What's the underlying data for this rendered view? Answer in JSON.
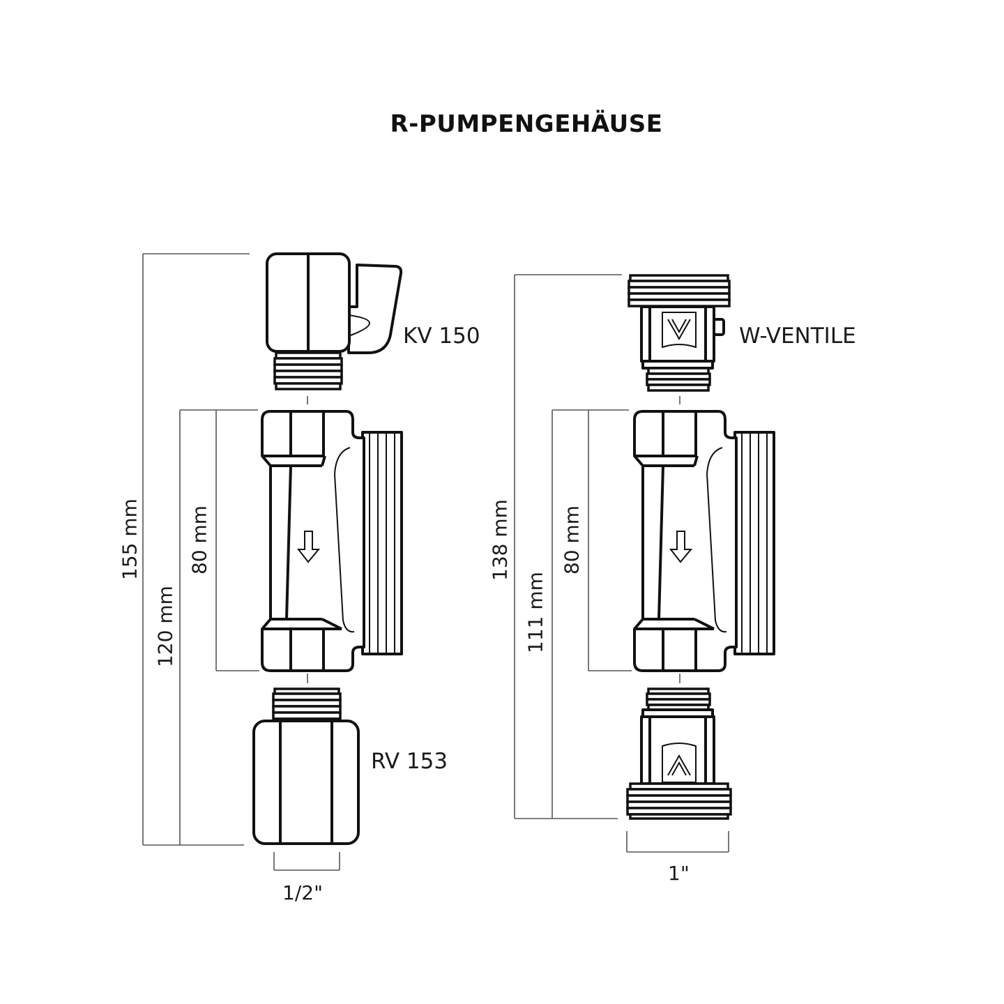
{
  "title": "R-PUMPENGEHÄUSE",
  "left_assembly": {
    "top_part": {
      "label": "KV 150"
    },
    "bottom_part": {
      "label": "RV 153"
    },
    "dimensions": {
      "total": "155 mm",
      "middle": "120 mm",
      "body": "80 mm",
      "thread_size": "1/2\""
    }
  },
  "right_assembly": {
    "top_part": {
      "label": "W-VENTILE"
    },
    "dimensions": {
      "total": "138 mm",
      "middle": "111 mm",
      "body": "80 mm",
      "thread_size": "1\""
    }
  },
  "colors": {
    "line": "#111111",
    "dimension_line": "#555555",
    "background": "#ffffff"
  }
}
